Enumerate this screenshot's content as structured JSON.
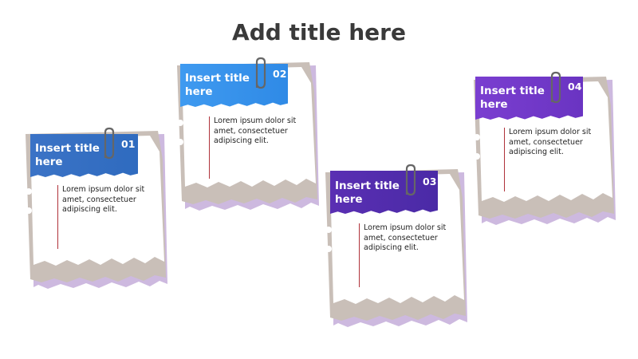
{
  "title": "Add title here",
  "colors": {
    "paper_back": "#c9bfb8",
    "paper_shadow": "#cdb9df",
    "margin_line": "#b0323a",
    "note_1": [
      "#3b73c6",
      "#2f6bbf"
    ],
    "note_2": [
      "#3f9af0",
      "#2f8ae6"
    ],
    "note_3": [
      "#5a2fb3",
      "#4a2aa6"
    ],
    "note_4": [
      "#7a3ed0",
      "#6a34c2"
    ]
  },
  "notes": [
    {
      "heading": "Insert title here",
      "number": "01",
      "body": "Lorem ipsum dolor sit amet, consectetuer adipiscing elit."
    },
    {
      "heading": "Insert title here",
      "number": "02",
      "body": "Lorem ipsum dolor sit amet, consectetuer adipiscing elit."
    },
    {
      "heading": "Insert title here",
      "number": "03",
      "body": "Lorem ipsum dolor sit amet, consectetuer adipiscing elit."
    },
    {
      "heading": "Insert title here",
      "number": "04",
      "body": "Lorem ipsum dolor sit amet, consectetuer adipiscing elit."
    }
  ]
}
